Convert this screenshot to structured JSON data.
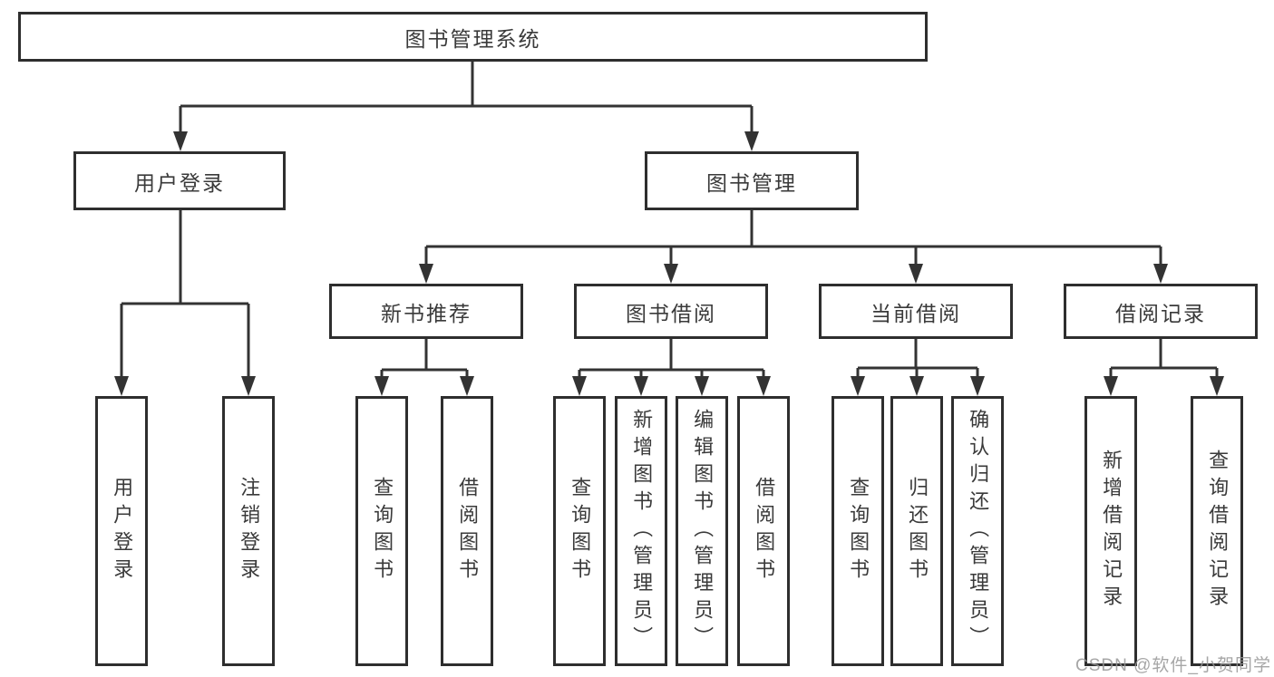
{
  "diagram": {
    "root": "图书管理系统",
    "branches": [
      {
        "label": "用户登录",
        "leaves": [
          "用户登录",
          "注销登录"
        ]
      },
      {
        "label": "图书管理",
        "sections": [
          {
            "label": "新书推荐",
            "leaves": [
              "查询图书",
              "借阅图书"
            ]
          },
          {
            "label": "图书借阅",
            "leaves": [
              "查询图书",
              "新增图书（管理员）",
              "编辑图书（管理员）",
              "借阅图书"
            ]
          },
          {
            "label": "当前借阅",
            "leaves": [
              "查询图书",
              "归还图书",
              "确认归还（管理员）"
            ]
          },
          {
            "label": "借阅记录",
            "leaves": [
              "新增借阅记录",
              "查询借阅记录"
            ]
          }
        ]
      }
    ]
  },
  "colors": {
    "line": "#333333",
    "border": "#2e2e2e",
    "text": "#3a3a3a"
  },
  "watermark": "CSDN @软件_小贺同学"
}
